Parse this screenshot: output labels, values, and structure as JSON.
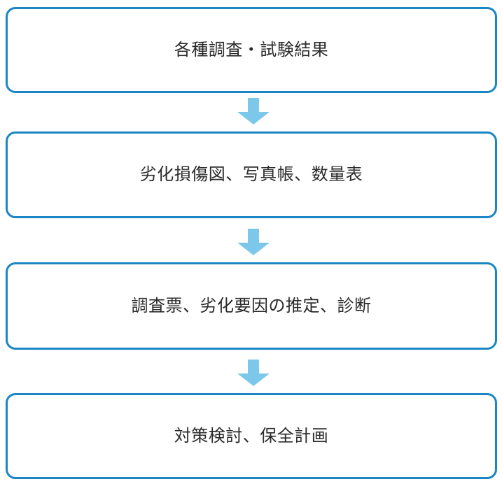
{
  "diagram": {
    "type": "vertical-flowchart",
    "title": "",
    "background_color": "#ffffff",
    "box_border_color": "#1b86c4",
    "box_fill_color": "#ffffff",
    "arrow_color": "#7cc8ea",
    "text_color": "#2b2b2b",
    "nodes": [
      {
        "id": "node-1",
        "label": "各種調査・試験結果"
      },
      {
        "id": "node-2",
        "label": "劣化損傷図、写真帳、数量表"
      },
      {
        "id": "node-3",
        "label": "調査票、劣化要因の推定、診断"
      },
      {
        "id": "node-4",
        "label": "対策検討、保全計画"
      }
    ],
    "connectors": [
      {
        "id": "arrow-1",
        "icon": "arrow-down-icon",
        "from": "node-1",
        "to": "node-2"
      },
      {
        "id": "arrow-2",
        "icon": "arrow-down-icon",
        "from": "node-2",
        "to": "node-3"
      },
      {
        "id": "arrow-3",
        "icon": "arrow-down-icon",
        "from": "node-3",
        "to": "node-4"
      }
    ]
  }
}
